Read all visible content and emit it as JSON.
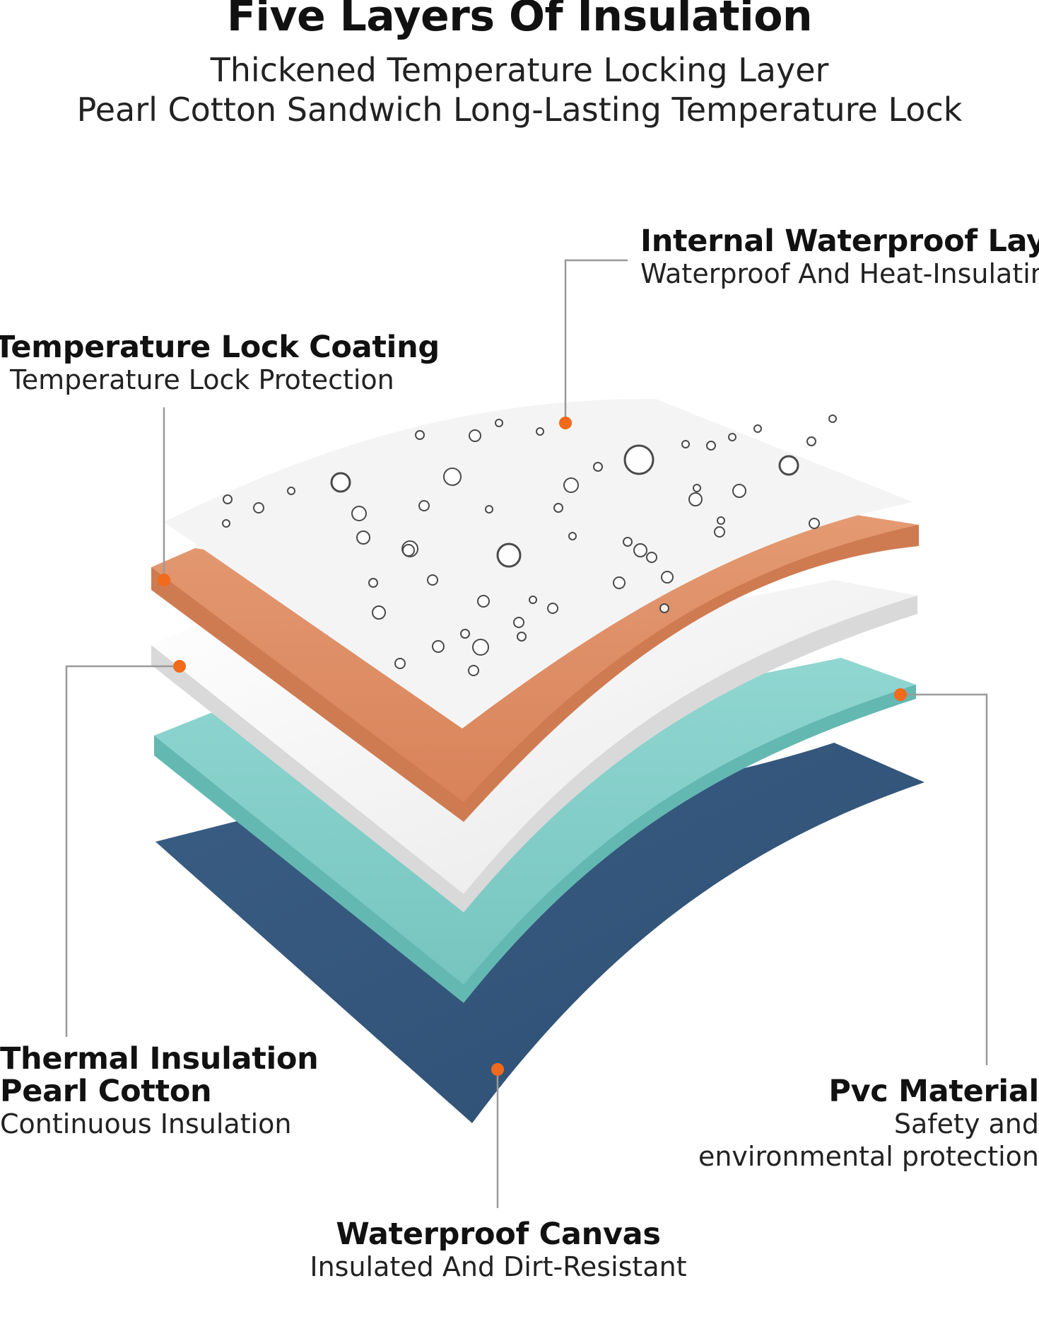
{
  "header": {
    "title": "Five Layers Of Insulation",
    "subtitle_line1": "Thickened Temperature Locking Layer",
    "subtitle_line2": "Pearl Cotton Sandwich Long-Lasting Temperature Lock"
  },
  "layers": [
    {
      "title": "Internal Waterproof Layer",
      "desc": "Waterproof And Heat-Insulating",
      "color": "#f3f3f3"
    },
    {
      "title": "Temperature Lock Coating",
      "desc": "Temperature Lock Protection",
      "color": "#e3926a"
    },
    {
      "title_line1": "Thermal Insulation",
      "title_line2": "Pearl Cotton",
      "desc": "Continuous Insulation",
      "color": "#ededed"
    },
    {
      "title": "Pvc Material",
      "desc_line1": "Safety and",
      "desc_line2": "environmental protection",
      "color": "#86d0cb"
    },
    {
      "title": "Waterproof Canvas",
      "desc": "Insulated And Dirt-Resistant",
      "color": "#33557a"
    }
  ],
  "colors": {
    "marker": "#f26a1b",
    "leader_line": "#9a9a9a",
    "text": "#111111"
  }
}
